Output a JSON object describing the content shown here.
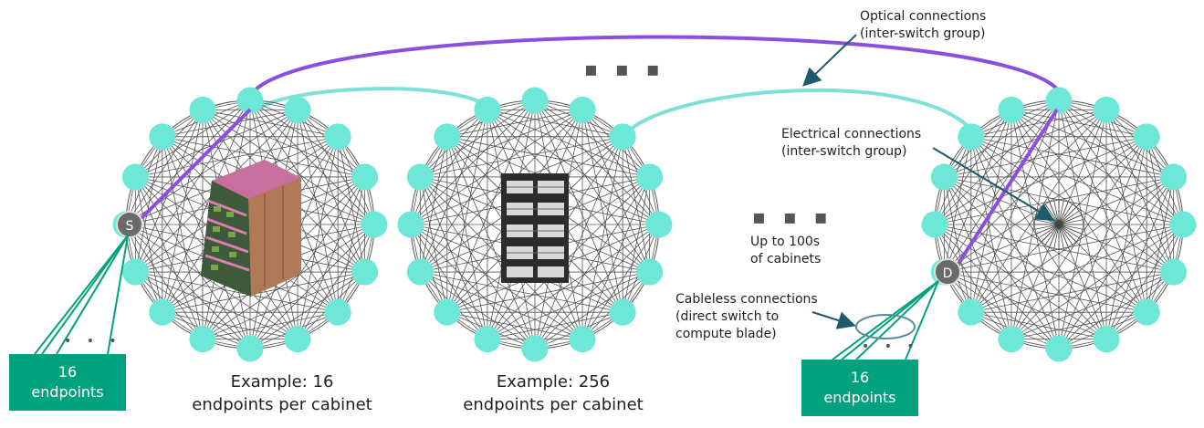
{
  "annotations": {
    "optical": "Optical connections\n(inter-switch group)",
    "electrical": "Electrical connections\n(inter-switch group)",
    "cabinets": "Up to 100s\nof cabinets",
    "cableless": "Cableless connections\n(direct switch to\ncompute blade)"
  },
  "groups": [
    {
      "caption": "Example: 16\nendpoints per cabinet"
    },
    {
      "caption": "Example: 256\nendpoints per cabinet"
    }
  ],
  "endpoints_left": "16\nendpoints",
  "endpoints_right": "16\nendpoints",
  "source_node": "S",
  "dest_node": "D",
  "ellipsis": "▪ ▪ ▪",
  "small_ellipsis": "• • •",
  "colors": {
    "node": "#6ee8d6",
    "optical": "#8b4fe0",
    "electrical_link": "#7fe0d8",
    "endpoint_box": "#00a37d",
    "mesh": "#555555",
    "arrow": "#1e5a6e"
  }
}
